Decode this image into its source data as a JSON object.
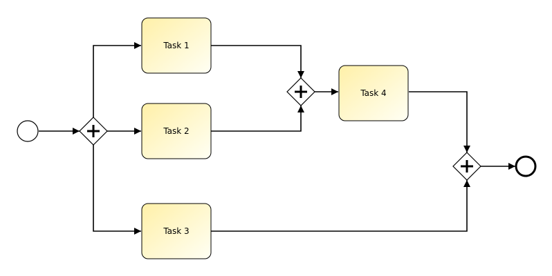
{
  "diagram": {
    "type": "bpmn-process",
    "colors": {
      "stroke": "#000000",
      "task_fill_light": "#fffff2",
      "task_fill_dark": "#fff4b8",
      "background": "#ffffff"
    },
    "events": {
      "start": {
        "kind": "start-event"
      },
      "end": {
        "kind": "end-event"
      }
    },
    "gateways": {
      "split": {
        "kind": "parallel-gateway",
        "icon": "plus-icon"
      },
      "join_a": {
        "kind": "parallel-gateway",
        "icon": "plus-icon"
      },
      "join_b": {
        "kind": "parallel-gateway",
        "icon": "plus-icon"
      }
    },
    "tasks": {
      "task1": {
        "label": "Task 1"
      },
      "task2": {
        "label": "Task 2"
      },
      "task3": {
        "label": "Task 3"
      },
      "task4": {
        "label": "Task 4"
      }
    },
    "flows": [
      {
        "from": "start",
        "to": "split"
      },
      {
        "from": "split",
        "to": "task1"
      },
      {
        "from": "split",
        "to": "task2"
      },
      {
        "from": "split",
        "to": "task3"
      },
      {
        "from": "task1",
        "to": "join_a"
      },
      {
        "from": "task2",
        "to": "join_a"
      },
      {
        "from": "join_a",
        "to": "task4"
      },
      {
        "from": "task4",
        "to": "join_b"
      },
      {
        "from": "task3",
        "to": "join_b"
      },
      {
        "from": "join_b",
        "to": "end"
      }
    ]
  }
}
